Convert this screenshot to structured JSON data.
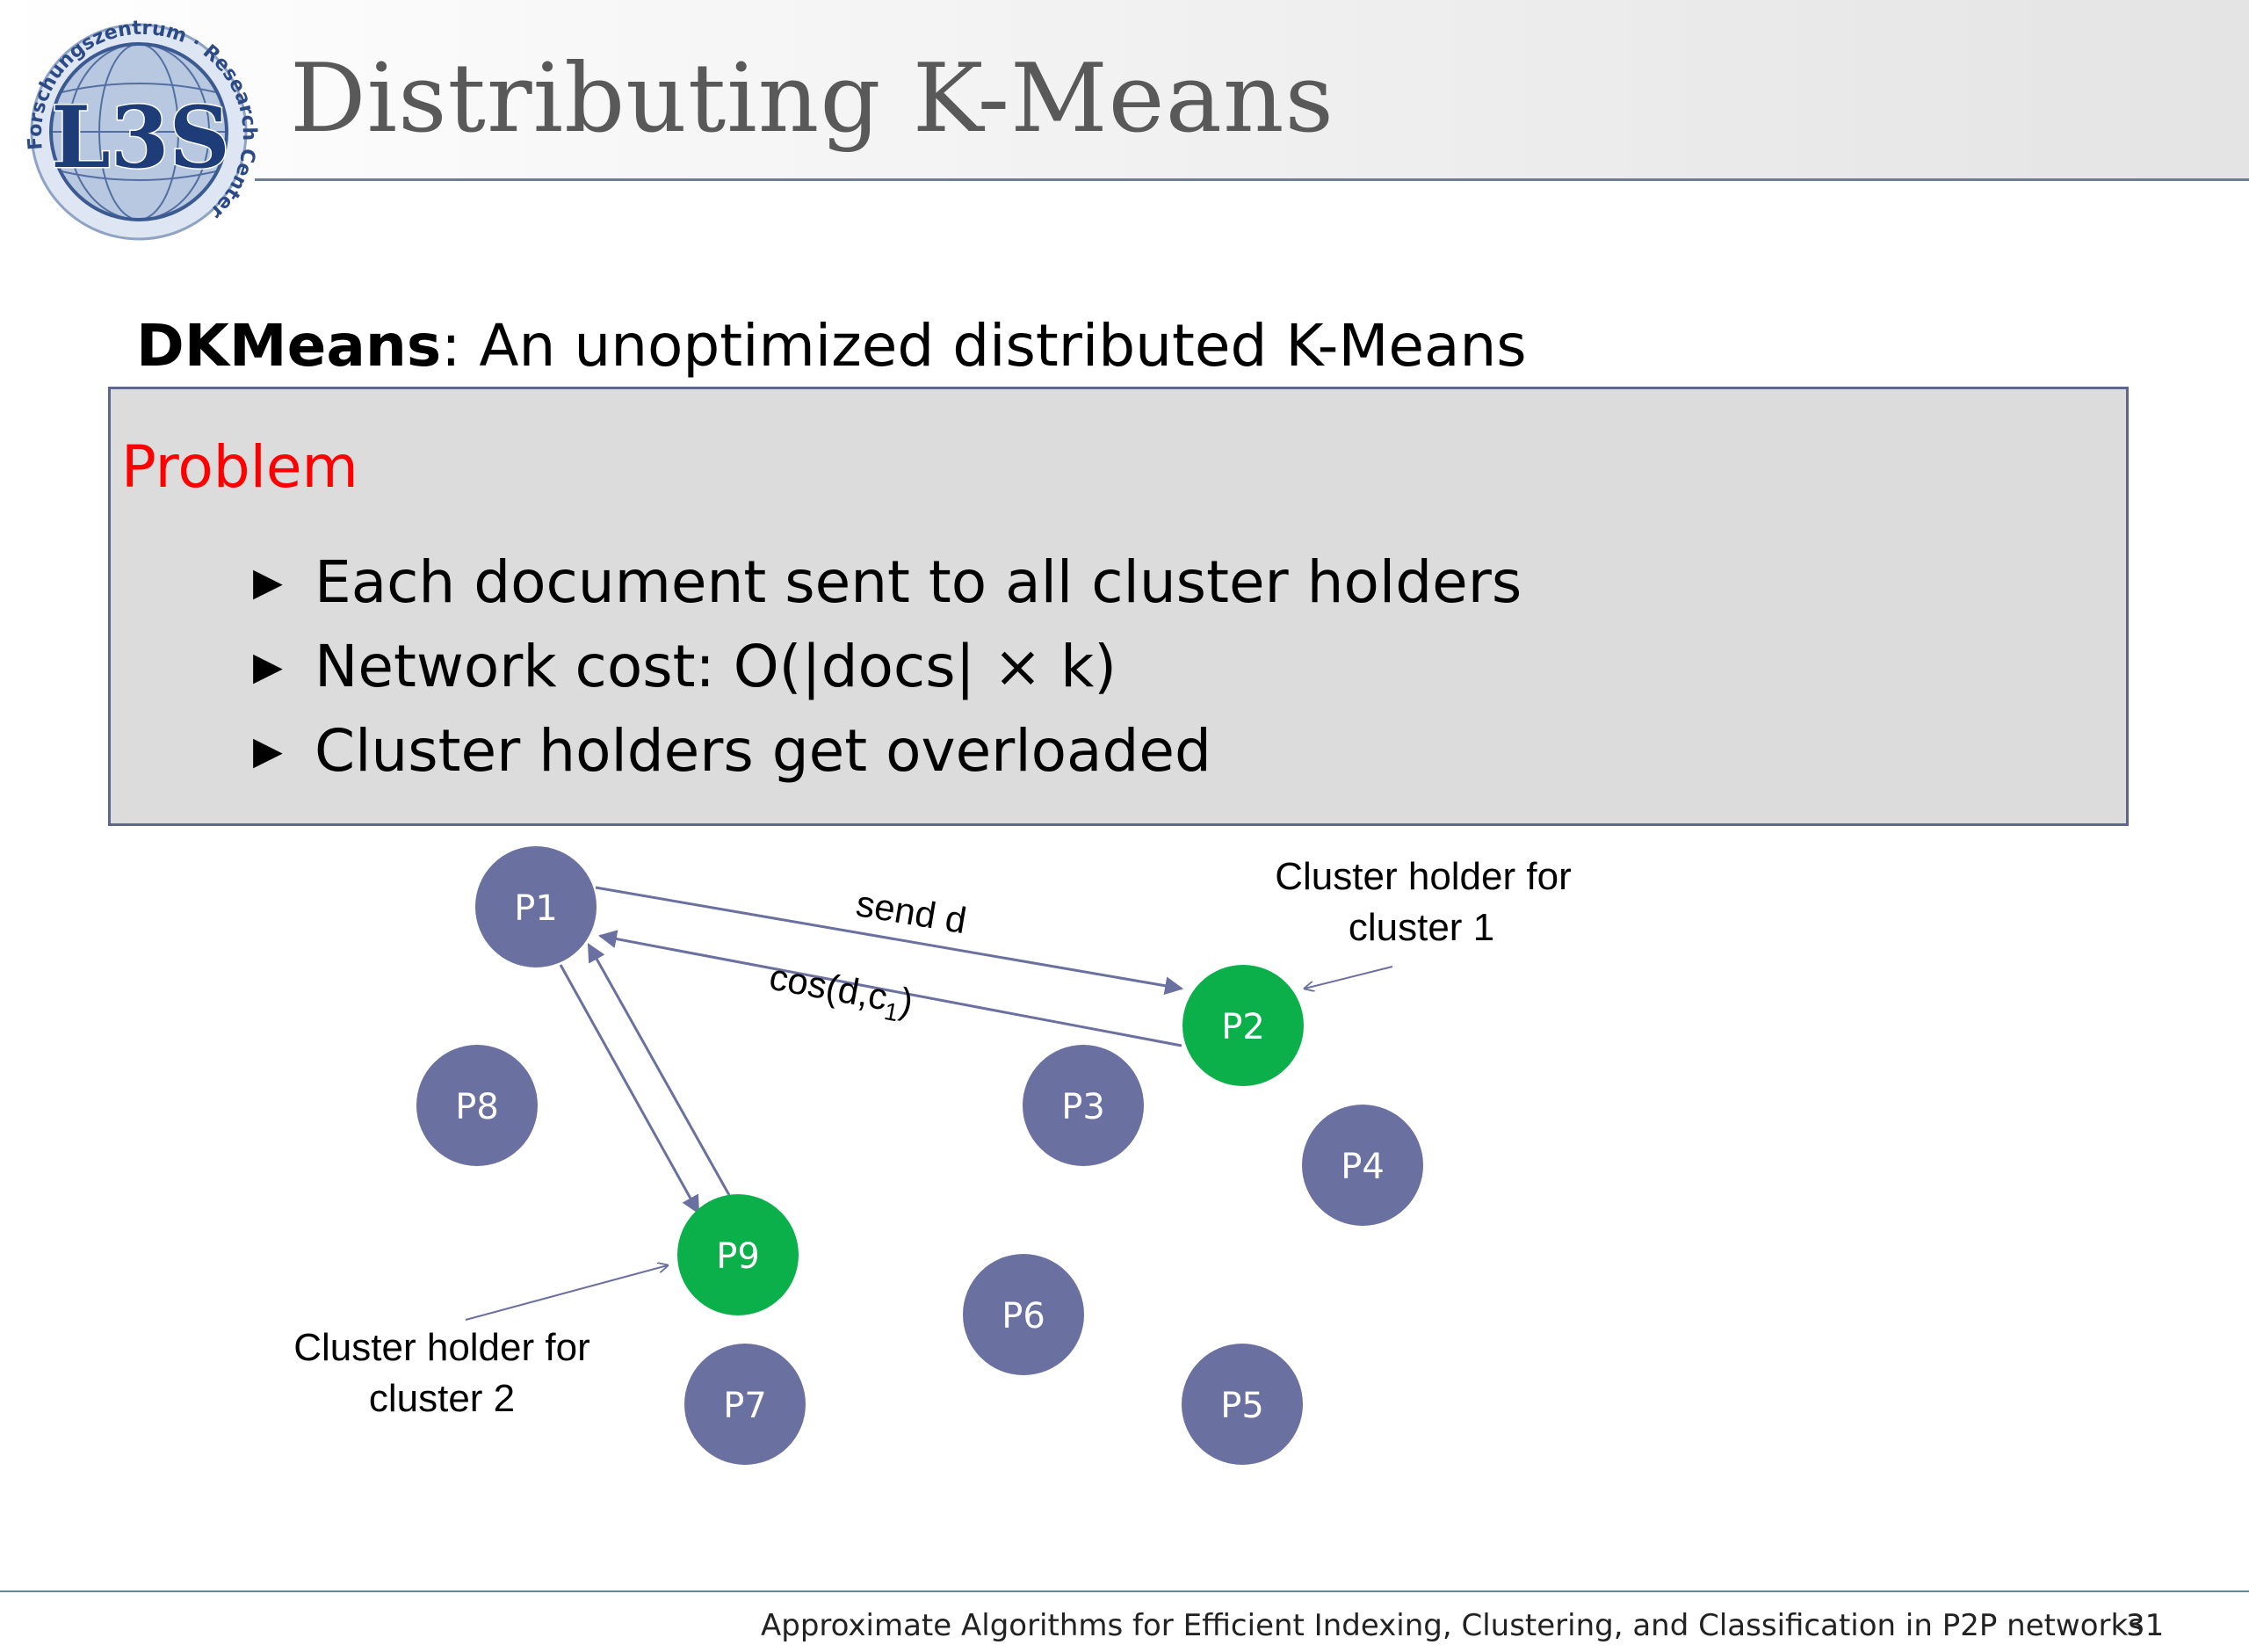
{
  "slide": {
    "title": "Distributing K-Means",
    "subtitle_bold": "DKMeans",
    "subtitle_rest": ": An unoptimized distributed K-Means"
  },
  "logo": {
    "text": "L3S",
    "ring_text": "Forschungszentrum · Research Center"
  },
  "problem": {
    "heading": "Problem",
    "bullets": [
      "Each document sent to all cluster holders",
      "Network cost: O(|docs| × k)",
      "Cluster holders get overloaded"
    ]
  },
  "diagram": {
    "nodes": [
      {
        "id": "P1",
        "label": "P1",
        "type": "peer"
      },
      {
        "id": "P2",
        "label": "P2",
        "type": "cluster-holder"
      },
      {
        "id": "P3",
        "label": "P3",
        "type": "peer"
      },
      {
        "id": "P4",
        "label": "P4",
        "type": "peer"
      },
      {
        "id": "P5",
        "label": "P5",
        "type": "peer"
      },
      {
        "id": "P6",
        "label": "P6",
        "type": "peer"
      },
      {
        "id": "P7",
        "label": "P7",
        "type": "peer"
      },
      {
        "id": "P8",
        "label": "P8",
        "type": "peer"
      },
      {
        "id": "P9",
        "label": "P9",
        "type": "cluster-holder"
      }
    ],
    "edges": [
      {
        "from": "P1",
        "to": "P2",
        "label": "send d"
      },
      {
        "from": "P2",
        "to": "P1",
        "label": "cos(d,c",
        "label_sub": "1",
        "label_end": ")"
      },
      {
        "from": "P1",
        "to": "P9",
        "label": ""
      },
      {
        "from": "P9",
        "to": "P1",
        "label": ""
      }
    ],
    "annotations": [
      {
        "target": "P2",
        "line1": "Cluster holder for",
        "line2": "cluster 1"
      },
      {
        "target": "P9",
        "line1": "Cluster holder for",
        "line2": "cluster 2"
      }
    ],
    "colors": {
      "peer": "#6a70a0",
      "cluster_holder": "#0bb04b",
      "arrow": "#6a70a0",
      "node_text": "#ffffff"
    }
  },
  "footer": {
    "text": "Approximate Algorithms for Efficient Indexing, Clustering, and Classification in P2P networks",
    "page": "31"
  }
}
